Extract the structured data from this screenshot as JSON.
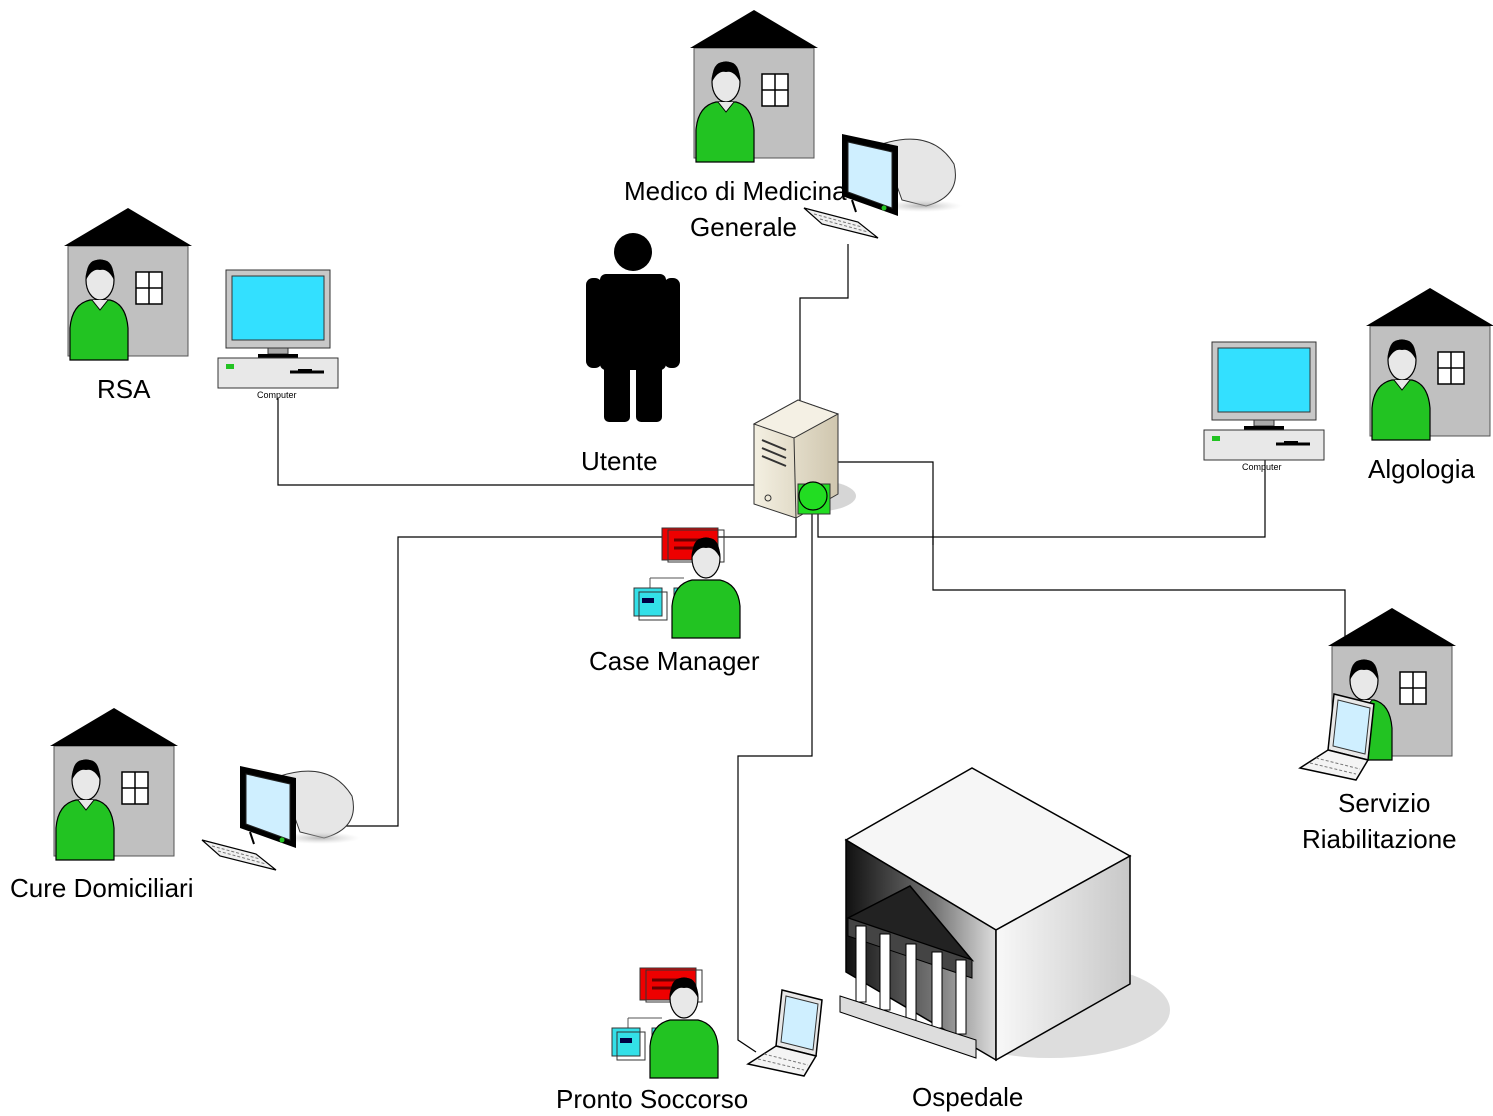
{
  "nodes": {
    "medico": {
      "line1": "Medico di Medicina",
      "line2": "Generale"
    },
    "rsa": "RSA",
    "utente": "Utente",
    "algologia": "Algologia",
    "case_manager": "Case Manager",
    "servizio": {
      "line1": "Servizio",
      "line2": "Riabilitazione"
    },
    "cure_domiciliari": "Cure Domiciliari",
    "pronto_soccorso": "Pronto Soccorso",
    "ospedale": "Ospedale"
  },
  "computer_label": "Computer",
  "colors": {
    "house_wall": "#c0c0c0",
    "roof": "#000000",
    "person_body": "#22c322",
    "screen": "#33e0ff",
    "server_indicator": "#22dd22",
    "card_red": "#ee0000",
    "card_cyan": "#33e0e8"
  }
}
